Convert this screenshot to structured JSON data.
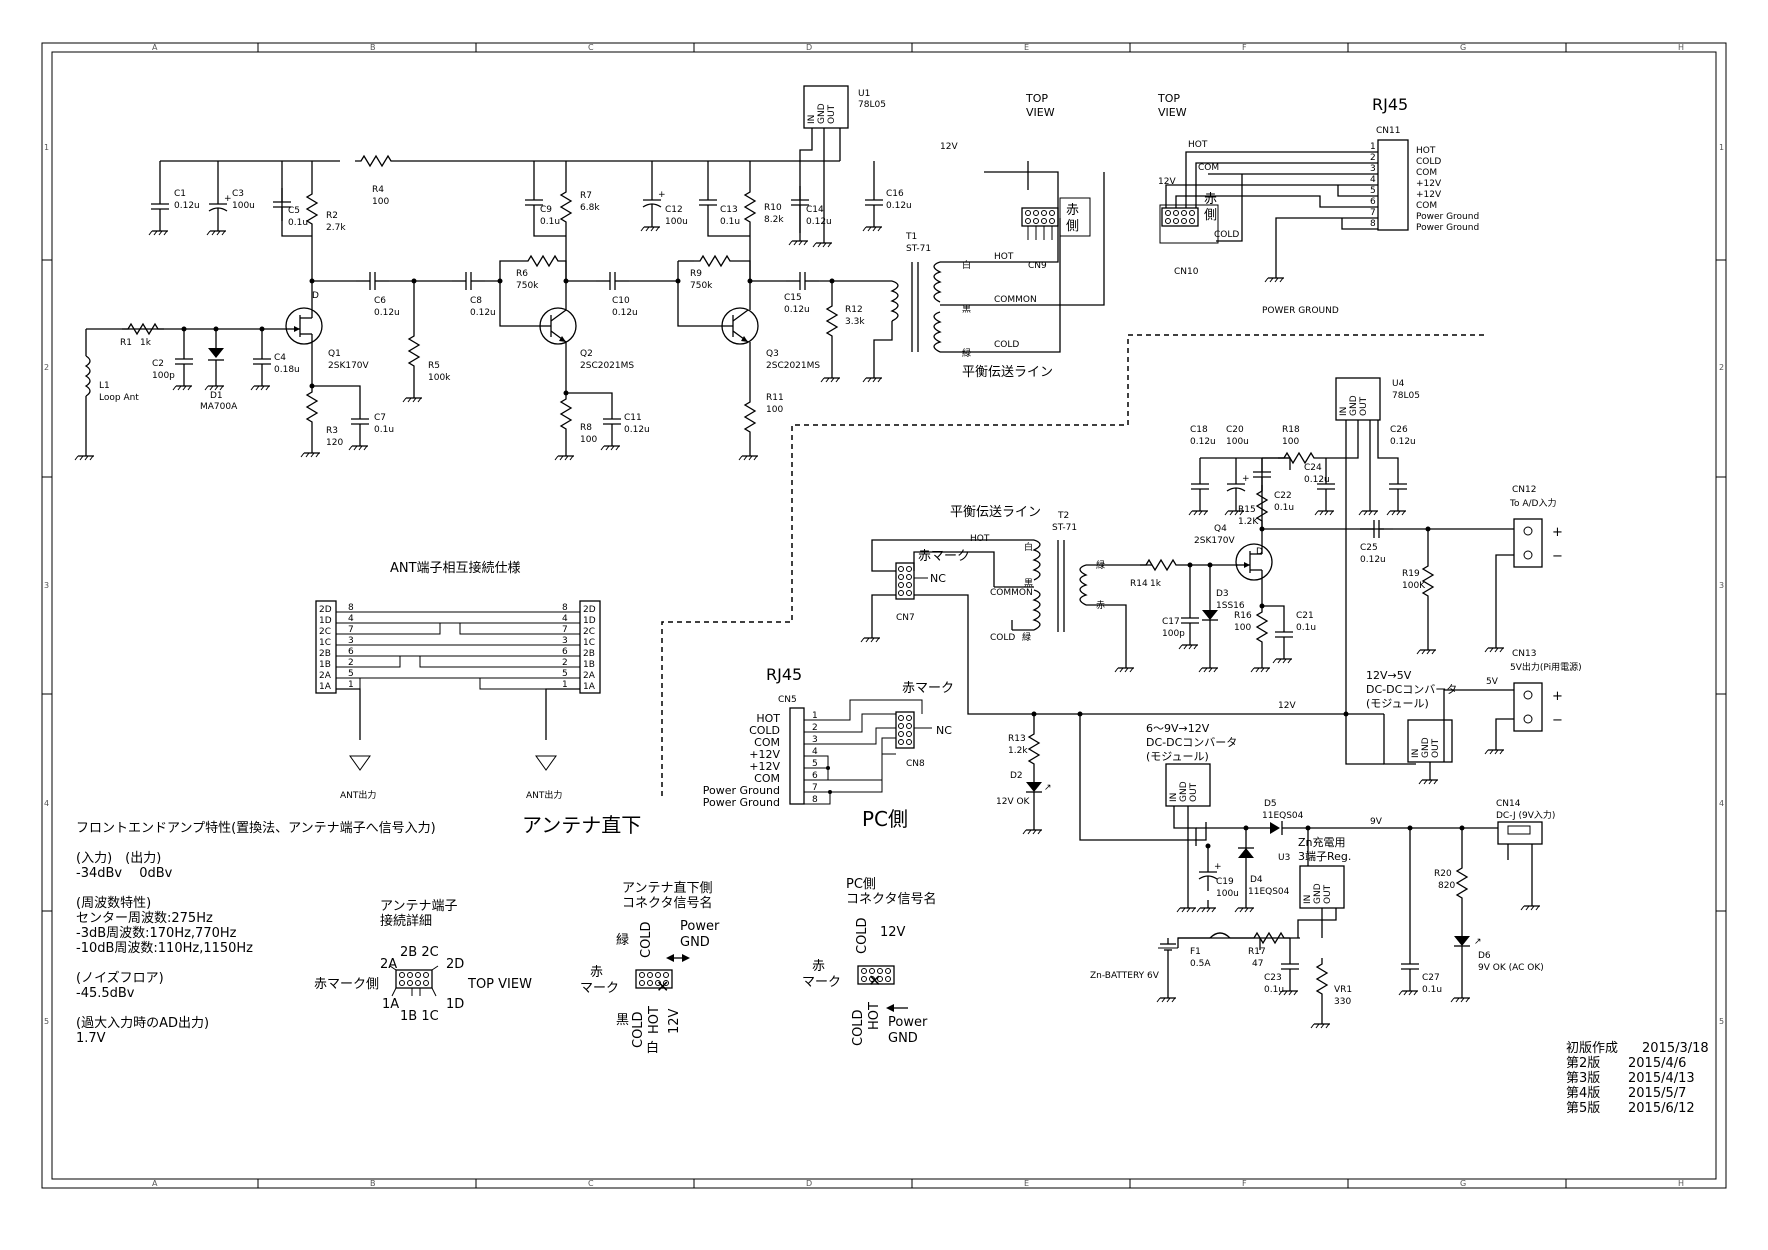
{
  "grid": {
    "columns": [
      "A",
      "B",
      "C",
      "D",
      "E",
      "F",
      "G",
      "H"
    ],
    "rows": [
      "1",
      "2",
      "3",
      "4",
      "5"
    ]
  },
  "u1": {
    "ref": "U1",
    "part": "78L05",
    "pins": [
      "IN",
      "GND",
      "OUT"
    ],
    "rail": "12V"
  },
  "q1": {
    "ref": "Q1",
    "part": "2SK170V",
    "pin_d": "D"
  },
  "q2": {
    "ref": "Q2",
    "part": "2SC2021MS"
  },
  "q3": {
    "ref": "Q3",
    "part": "2SC2021MS"
  },
  "l1": {
    "ref": "L1",
    "part": "Loop Ant"
  },
  "d1": {
    "ref": "D1",
    "part": "MA700A"
  },
  "r1": {
    "ref": "R1",
    "val": "1k"
  },
  "r2": {
    "ref": "R2",
    "val": "2.7k"
  },
  "r3": {
    "ref": "R3",
    "val": "120"
  },
  "r4": {
    "ref": "R4",
    "val": "100"
  },
  "r5": {
    "ref": "R5",
    "val": "100k"
  },
  "r6": {
    "ref": "R6",
    "val": "750k"
  },
  "r7": {
    "ref": "R7",
    "val": "6.8k"
  },
  "r8": {
    "ref": "R8",
    "val": "100"
  },
  "r9": {
    "ref": "R9",
    "val": "750k"
  },
  "r10": {
    "ref": "R10",
    "val": "8.2k"
  },
  "r11": {
    "ref": "R11",
    "val": "100"
  },
  "r12": {
    "ref": "R12",
    "val": "3.3k"
  },
  "c1": {
    "ref": "C1",
    "val": "0.12u"
  },
  "c2": {
    "ref": "C2",
    "val": "100p"
  },
  "c3": {
    "ref": "C3",
    "val": "100u"
  },
  "c4": {
    "ref": "C4",
    "val": "0.18u"
  },
  "c5": {
    "ref": "C5",
    "val": "0.1u"
  },
  "c6": {
    "ref": "C6",
    "val": "0.12u"
  },
  "c7": {
    "ref": "C7",
    "val": "0.1u"
  },
  "c8": {
    "ref": "C8",
    "val": "0.12u"
  },
  "c9": {
    "ref": "C9",
    "val": "0.1u"
  },
  "c10": {
    "ref": "C10",
    "val": "0.12u"
  },
  "c11": {
    "ref": "C11",
    "val": "0.12u"
  },
  "c12": {
    "ref": "C12",
    "val": "100u"
  },
  "c13": {
    "ref": "C13",
    "val": "0.1u"
  },
  "c14": {
    "ref": "C14",
    "val": "0.12u"
  },
  "c15": {
    "ref": "C15",
    "val": "0.12u"
  },
  "c16": {
    "ref": "C16",
    "val": "0.12u"
  },
  "t1": {
    "ref": "T1",
    "part": "ST-71",
    "white": "白",
    "black": "黒",
    "green": "緑"
  },
  "line_labels": {
    "hot": "HOT",
    "common": "COMMON",
    "cold": "COLD"
  },
  "balanced_line": "平衡伝送ライン",
  "top_view": [
    "TOP",
    "VIEW"
  ],
  "cn9": {
    "ref": "CN9",
    "aka": [
      "赤",
      "側"
    ]
  },
  "cn10": {
    "ref": "CN10",
    "aka": [
      "赤",
      "側"
    ],
    "rail": "12V"
  },
  "rj45_top": {
    "title": "RJ45",
    "ref": "CN11",
    "pins": [
      "1",
      "2",
      "3",
      "4",
      "5",
      "6",
      "7",
      "8"
    ],
    "signals": [
      "HOT",
      "COLD",
      "COM",
      "+12V",
      "+12V",
      "COM",
      "Power Ground",
      "Power Ground"
    ],
    "power_ground": "POWER GROUND"
  },
  "ant_spec": {
    "title": "ANT端子相互接続仕様",
    "left_labels": [
      "2D",
      "1D",
      "2C",
      "1C",
      "2B",
      "1B",
      "2A",
      "1A"
    ],
    "right_labels": [
      "2D",
      "1D",
      "2C",
      "1C",
      "2B",
      "1B",
      "2A",
      "1A"
    ],
    "left_nums": [
      "8",
      "4",
      "7",
      "3",
      "6",
      "2",
      "5",
      "1"
    ],
    "right_nums": [
      "8",
      "4",
      "7",
      "3",
      "6",
      "2",
      "5",
      "1"
    ],
    "out_left": "ANT出力",
    "out_right": "ANT出力",
    "caption": "アンテナ直下"
  },
  "t2": {
    "ref": "T2",
    "part": "ST-71",
    "white": "白",
    "black": "黒",
    "green": "緑",
    "green2": "緑",
    "red": "赤"
  },
  "cn7": {
    "ref": "CN7",
    "mark": "赤マーク",
    "nc": "NC"
  },
  "q4": {
    "ref": "Q4",
    "part": "2SK170V",
    "pin_d": "D"
  },
  "d3": {
    "ref": "D3",
    "part": "1SS16"
  },
  "r13": {
    "ref": "R13",
    "val": "1.2k"
  },
  "r14": {
    "ref": "R14",
    "val": "1k"
  },
  "r15": {
    "ref": "R15",
    "val": "1.2K"
  },
  "r16": {
    "ref": "R16",
    "val": "100"
  },
  "r17": {
    "ref": "R17",
    "val": "47"
  },
  "r18": {
    "ref": "R18",
    "val": "100"
  },
  "r19": {
    "ref": "R19",
    "val": "100K"
  },
  "r20": {
    "ref": "R20",
    "val": "820"
  },
  "c17": {
    "ref": "C17",
    "val": "100p"
  },
  "c18": {
    "ref": "C18",
    "val": "0.12u"
  },
  "c19": {
    "ref": "C19",
    "val": "100u"
  },
  "c20": {
    "ref": "C20",
    "val": "100u"
  },
  "c21": {
    "ref": "C21",
    "val": "0.1u"
  },
  "c22": {
    "ref": "C22",
    "val": "0.1u"
  },
  "c23": {
    "ref": "C23",
    "val": "0.1u"
  },
  "c24": {
    "ref": "C24",
    "val": "0.12u"
  },
  "c25": {
    "ref": "C25",
    "val": "0.12u"
  },
  "c26": {
    "ref": "C26",
    "val": "0.12u"
  },
  "c27": {
    "ref": "C27",
    "val": "0.1u"
  },
  "u4": {
    "ref": "U4",
    "part": "78L05"
  },
  "cn12": {
    "ref": "CN12",
    "desc": "To A/D入力",
    "plus": "+",
    "minus": "−"
  },
  "cn13": {
    "ref": "CN13",
    "desc": "5V出力(Pi用電源)",
    "rail": "5V",
    "plus": "+",
    "minus": "−"
  },
  "conv5": {
    "line1": "12V→5V",
    "line2": "DC-DCコンバータ",
    "line3": "(モジュール)"
  },
  "conv12": {
    "line1": "6～9V→12V",
    "line2": "DC-DCコンバータ",
    "line3": "(モジュール)"
  },
  "rail_12v": "12V",
  "rail_9v": "9V",
  "d2": {
    "ref": "D2",
    "label": "12V OK"
  },
  "d4": {
    "ref": "D4",
    "part": "11EQS04"
  },
  "d5": {
    "ref": "D5",
    "part": "11EQS04"
  },
  "d6": {
    "ref": "D6",
    "label": "9V OK (AC OK)"
  },
  "u3": {
    "ref": "U3",
    "line1": "Zn充電用",
    "line2": "3端子Reg."
  },
  "f1": {
    "ref": "F1",
    "val": "0.5A"
  },
  "vr1": {
    "ref": "VR1",
    "val": "330"
  },
  "battery": "Zn-BATTERY 6V",
  "cn14": {
    "ref": "CN14",
    "desc": "DC-J (9V入力)"
  },
  "rj45_pc": {
    "title": "RJ45",
    "ref": "CN5",
    "pins": [
      "1",
      "2",
      "3",
      "4",
      "5",
      "6",
      "7",
      "8"
    ],
    "signals": [
      "HOT",
      "COLD",
      "COM",
      "+12V",
      "+12V",
      "COM",
      "Power Ground",
      "Power Ground"
    ]
  },
  "cn8": {
    "ref": "CN8",
    "mark": "赤マーク",
    "nc": "NC"
  },
  "pc_side": "PC側",
  "notes": {
    "title": "フロントエンドアンプ特性(置換法、アンテナ端子へ信号入力)",
    "io_head": "(入力)　(出力)",
    "io_val": "-34dBv　 0dBv",
    "freq_head": "(周波数特性)",
    "freq1": "センター周波数:275Hz",
    "freq2": "-3dB周波数:170Hz,770Hz",
    "freq3": "-10dB周波数:110Hz,1150Hz",
    "noise_head": "(ノイズフロア)",
    "noise": "-45.5dBv",
    "ad_head": "(過大入力時のAD出力)",
    "ad": "1.7V"
  },
  "ant_detail": {
    "title1": "アンテナ端子",
    "title2": "接続詳細",
    "top": "2B 2C",
    "a2": "2A",
    "d2": "2D",
    "a1": "1A",
    "bottom": "1B 1C",
    "d1": "1D",
    "side": "赤マーク側",
    "view": "TOP VIEW"
  },
  "ant_conn": {
    "title1": "アンテナ直下側",
    "title2": "コネクタ信号名",
    "green": "緑",
    "cold_top": "COLD",
    "power": "Power",
    "gnd": "GND",
    "red1": "赤",
    "red2": "マーク",
    "black": "黒",
    "cold_bot": "COLD",
    "hot": "HOT",
    "v12": "12V",
    "white": "白"
  },
  "pc_conn": {
    "title1": "PC側",
    "title2": "コネクタ信号名",
    "cold_top": "COLD",
    "v12": "12V",
    "red1": "赤",
    "red2": "マーク",
    "cold_bot": "COLD",
    "hot": "HOT",
    "power": "Power",
    "gnd": "GND"
  },
  "revisions": [
    {
      "label": "初版作成",
      "date": "2015/3/18"
    },
    {
      "label": "第2版",
      "date": "2015/4/6"
    },
    {
      "label": "第3版",
      "date": "2015/4/13"
    },
    {
      "label": "第4版",
      "date": "2015/5/7"
    },
    {
      "label": "第5版",
      "date": "2015/6/12"
    }
  ]
}
